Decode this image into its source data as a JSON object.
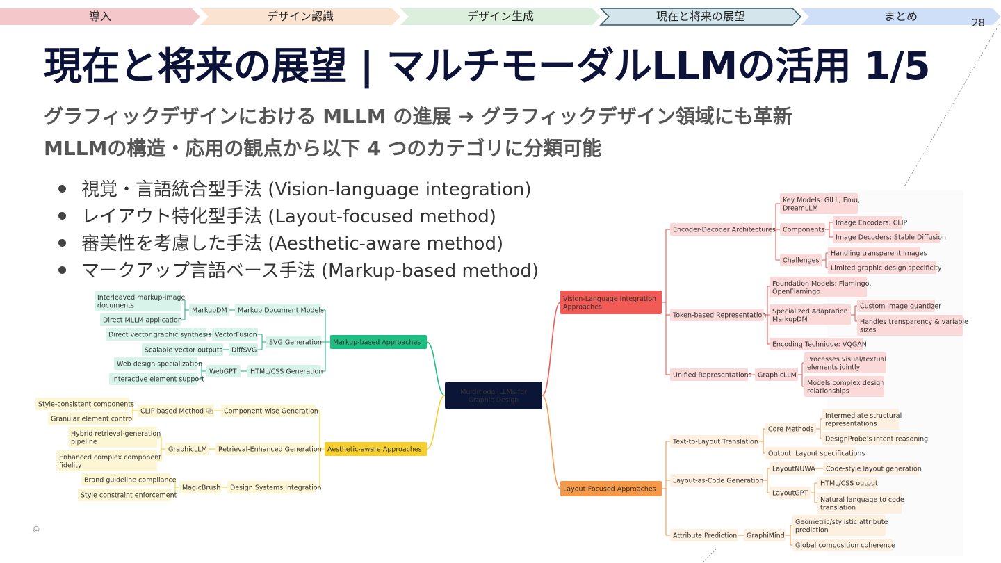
{
  "breadcrumb": {
    "items": [
      {
        "label": "導入",
        "color": "#f4c7cb",
        "active": false
      },
      {
        "label": "デザイン認識",
        "color": "#fbe3d2",
        "active": false
      },
      {
        "label": "デザイン生成",
        "color": "#dcefdc",
        "active": false
      },
      {
        "label": "現在と将来の展望",
        "color": "#d4e6ec",
        "active": true
      },
      {
        "label": "まとめ",
        "color": "#cfdff7",
        "active": false
      }
    ]
  },
  "page_number": "28",
  "title": "現在と将来の展望 | マルチモーダルLLMの活用 1/5",
  "subtitle": [
    "グラフィックデザインにおける MLLM の進展 ➜ グラフィックデザイン領域にも革新",
    "MLLMの構造・応用の観点から以下 4 つのカテゴリに分類可能"
  ],
  "bullets": [
    "視覚・言語統合型手法 (Vision-language integration)",
    "レイアウト特化型手法 (Layout-focused method)",
    "審美性を考慮した手法 (Aesthetic-aware method)",
    "マークアップ言語ベース手法 (Markup-based method)"
  ],
  "copyright": "©",
  "mindmap": {
    "colors": {
      "root": "#0b1536",
      "vision": "#f15a55",
      "layout": "#f4994a",
      "markup": "#1fbf84",
      "aesthetic": "#f5cf2f",
      "vision_light": "#fbd9d9",
      "layout_light": "#fdf0e0",
      "markup_light": "#d8f4ea",
      "aesthetic_light": "#fdf6d5"
    },
    "root": [
      "Multimodal LLMs for",
      "Graphic Design"
    ],
    "vision": {
      "label": [
        "Vision-Language Integration",
        "Approaches"
      ],
      "encoder": "Encoder-Decoder Architectures",
      "key_models": [
        "Key Models: GILL, Emu,",
        "DreamLLM"
      ],
      "components": "Components",
      "image_encoders": "Image Encoders: CLIP",
      "image_decoders": "Image Decoders: Stable Diffusion",
      "challenges": "Challenges",
      "handling": "Handling transparent images",
      "limited": "Limited graphic design specificity",
      "token": "Token-based Representation",
      "foundation": [
        "Foundation Models: Flamingo,",
        "OpenFlamingo"
      ],
      "specialized": [
        "Specialized Adaptation:",
        "MarkupDM"
      ],
      "custom": "Custom image quantizer",
      "transparency": [
        "Handles transparency & variable",
        "sizes"
      ],
      "encoding": "Encoding Technique: VQGAN",
      "unified": "Unified Representations",
      "graphicllm": "GraphicLLM",
      "processes": [
        "Processes visual/textual",
        "elements jointly"
      ],
      "models": [
        "Models complex design",
        "relationships"
      ]
    },
    "layout": {
      "label": "Layout-Focused Approaches",
      "t2l": "Text-to-Layout Translation",
      "core": "Core Methods",
      "intermediate": [
        "Intermediate structural",
        "representations"
      ],
      "designprobe": "DesignProbe's intent reasoning",
      "output": "Output: Layout specifications",
      "lac": "Layout-as-Code Generation",
      "layoutnuwa": "LayoutNUWA",
      "codestyle": "Code-style layout generation",
      "layoutgpt": "LayoutGPT",
      "htmlcss": "HTML/CSS output",
      "natural": [
        "Natural language to code",
        "translation"
      ],
      "attribute": "Attribute Prediction",
      "graphimind": "GraphiMind",
      "geometric": [
        "Geometric/stylistic attribute",
        "prediction"
      ],
      "global": "Global composition coherence"
    },
    "markup": {
      "label": "Markup-based Approaches",
      "mdm": "Markup Document Models",
      "markupdm": "MarkupDM",
      "interleaved": [
        "Interleaved markup-image",
        "documents"
      ],
      "direct_mllm": "Direct MLLM application",
      "svg": "SVG Generation",
      "vectorfusion": "VectorFusion",
      "direct_vector": "Direct vector graphic synthesis",
      "diffsvg": "DiffSVG",
      "scalable": "Scalable vector outputs",
      "html": "HTML/CSS Generation",
      "webgpt": "WebGPT",
      "webdesign": "Web design specialization",
      "interactive": "Interactive element support"
    },
    "aesthetic": {
      "label": "Aesthetic-aware Approaches",
      "component": "Component-wise Generation",
      "clip": "CLIP-based Method",
      "style": "Style-consistent components",
      "granular": "Granular element control",
      "rag": "Retrieval-Enhanced Generation",
      "graphicllm": "GraphicLLM",
      "hybrid": [
        "Hybrid retrieval-generation",
        "pipeline"
      ],
      "enhanced": [
        "Enhanced complex component",
        "fidelity"
      ],
      "dsi": "Design Systems Integration",
      "magicbrush": "MagicBrush",
      "brand": "Brand guideline compliance",
      "constraint": "Style constraint enforcement"
    }
  }
}
